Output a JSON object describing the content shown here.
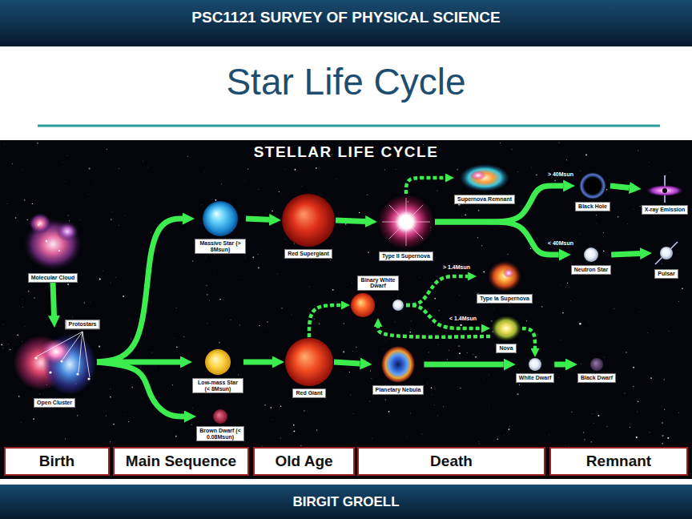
{
  "diagram": {
    "title": "Star Life Cycle",
    "nodes": [
      {
        "text": [
          "Molecular Cloud"
        ]
      },
      {
        "text": [
          "Open Cluster"
        ]
      },
      {
        "text": [
          "Massive Star (> 8Msun)"
        ]
      },
      {
        "text": [
          "Red Supergiant"
        ]
      },
      {
        "text": [
          "Type II Supernova"
        ]
      },
      {
        "text": [
          "Supernova Remnant"
        ]
      },
      {
        "text": [
          "Black Hole"
        ]
      },
      {
        "text": [
          "X-ray Emission"
        ]
      },
      {
        "text": [
          "Neutron Star"
        ]
      },
      {
        "text": [
          "Pulsar"
        ]
      },
      {
        "text": [
          "Binary White Dwarf"
        ]
      },
      {
        "text": [
          "Type Ia Supernova"
        ]
      },
      {
        "text": [
          "Nova"
        ]
      },
      {
        "text": [
          "Low-mass Star (< 8Msun)"
        ]
      },
      {
        "text": [
          "Red Giant"
        ]
      },
      {
        "text": [
          "Planetary Nebula"
        ]
      },
      {
        "text": [
          "White Dwarf"
        ]
      },
      {
        "text": [
          "Black Dwarf"
        ]
      },
      {
        "text": [
          "Brown Dwarf (< 0.08Msun)"
        ]
      },
      {
        "text": [
          "Birth"
        ]
      },
      {
        "text": [
          "Main Sequence"
        ]
      },
      {
        "text": [
          "Old Age"
        ]
      },
      {
        "text": [
          "Death"
        ]
      },
      {
        "text": [
          "Remnant"
        ]
      }
    ],
    "edges": [
      {
        "from": 0,
        "to": 1,
        "arrow": "to"
      },
      {
        "from": 1,
        "to": 2,
        "arrow": "to"
      },
      {
        "from": 1,
        "to": 13,
        "arrow": "to"
      },
      {
        "from": 1,
        "to": 18,
        "arrow": "to"
      },
      {
        "from": 2,
        "to": 3,
        "arrow": "to"
      },
      {
        "from": 3,
        "to": 4,
        "arrow": "to"
      },
      {
        "from": 4,
        "to": 5,
        "arrow": "to"
      },
      {
        "from": 4,
        "to": 6,
        "label": "> 40Msun",
        "arrow": "to"
      },
      {
        "from": 4,
        "to": 8,
        "label": "< 40Msun",
        "arrow": "to"
      },
      {
        "from": 6,
        "to": 7,
        "arrow": "to"
      },
      {
        "from": 8,
        "to": 9,
        "arrow": "to"
      },
      {
        "from": 14,
        "to": 10,
        "arrow": "to"
      },
      {
        "from": 10,
        "to": 11,
        "label": "> 1.4Msun",
        "arrow": "to"
      },
      {
        "from": 10,
        "to": 12,
        "label": "< 1.4Msun",
        "arrow": "to"
      },
      {
        "from": 12,
        "to": 10,
        "arrow": "to"
      },
      {
        "from": 12,
        "to": 16,
        "arrow": "to"
      },
      {
        "from": 13,
        "to": 14,
        "arrow": "to"
      },
      {
        "from": 14,
        "to": 15,
        "arrow": "to"
      },
      {
        "from": 15,
        "to": 16,
        "arrow": "to"
      },
      {
        "from": 16,
        "to": 17,
        "arrow": "to"
      }
    ],
    "labels": [
      "PSC1121 SURVEY OF PHYSICAL SCIENCE",
      "STELLAR LIFE CYCLE",
      "Protostars",
      "BIRGIT GROELL"
    ]
  }
}
